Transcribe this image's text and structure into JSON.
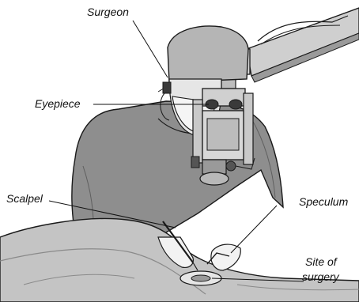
{
  "labels": {
    "surgeon": "Surgeon",
    "eyepiece": "Eyepiece",
    "scalpel": "Scalpel",
    "speculum": "Speculum",
    "site_of_surgery_line1": "Site of",
    "site_of_surgery_line2": "surgery"
  },
  "colors": {
    "gown": "#8e8e8e",
    "gown_shadow": "#6f6f6f",
    "cap": "#b5b5b5",
    "drape": "#c4c4c4",
    "drape_dark": "#8a8a8a",
    "microscope": "#d0d0d0",
    "microscope_dark": "#7d7d7d",
    "skin": "#e6e6e6",
    "glove": "#f2f2f2",
    "outline": "#1a1a1a"
  }
}
